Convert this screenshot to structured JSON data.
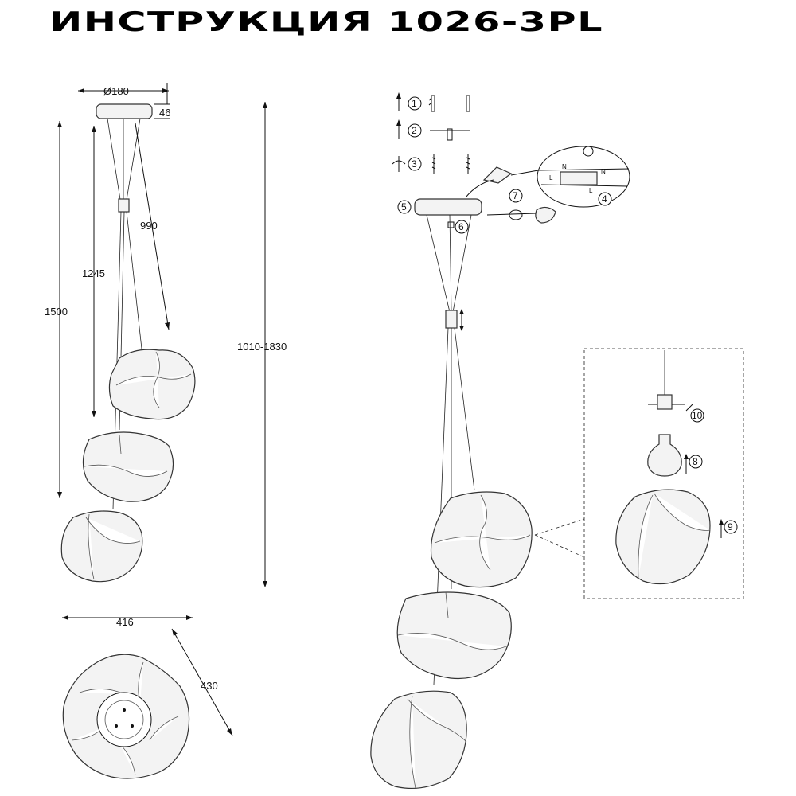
{
  "title": "ИНСТРУКЦИЯ 1026-3PL",
  "dimensions": {
    "canopy_diameter": "Ø180",
    "canopy_height": "46",
    "rod_length": "990",
    "length_mid": "1245",
    "length_full": "1500",
    "adjustable_height": "1010-1830",
    "width_top": "416",
    "width_diag": "430"
  },
  "steps": {
    "s1": "1",
    "s2": "2",
    "s3": "3",
    "s4": "4",
    "s5": "5",
    "s6": "6",
    "s7": "7",
    "s8": "8",
    "s9": "9",
    "s10": "10"
  },
  "wiring_letters": {
    "n1": "N",
    "n2": "N",
    "l1": "L",
    "l2": "L"
  }
}
